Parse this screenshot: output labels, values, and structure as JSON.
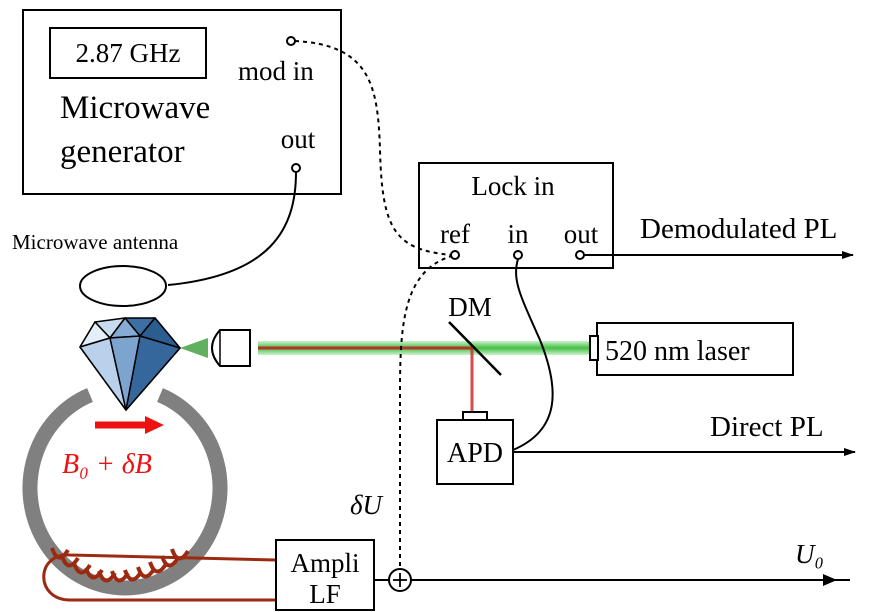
{
  "microwave_generator": {
    "frequency": "2.87 GHz",
    "title_line1": "Microwave",
    "title_line2": "generator",
    "mod_in_label": "mod in",
    "out_label": "out"
  },
  "antenna_label": "Microwave antenna",
  "lock_in": {
    "title": "Lock in",
    "ref_label": "ref",
    "in_label": "in",
    "out_label": "out"
  },
  "demodulated_label": "Demodulated PL",
  "direct_label": "Direct PL",
  "dm_label": "DM",
  "laser_label": "520 nm laser",
  "apd_label": "APD",
  "field_label": "B₀ + δB",
  "delta_u_label": "δU",
  "u0_label": "U₀",
  "amplifier": {
    "line1": "Ampli",
    "line2": "LF"
  },
  "colors": {
    "field_arrow": "#ee1111",
    "magnet_ring": "#808080",
    "coil_wire": "#9b2a10",
    "beam_green": "#3cc43c",
    "beam_red": "#cc2222",
    "diamond": "#6a9ac8"
  }
}
